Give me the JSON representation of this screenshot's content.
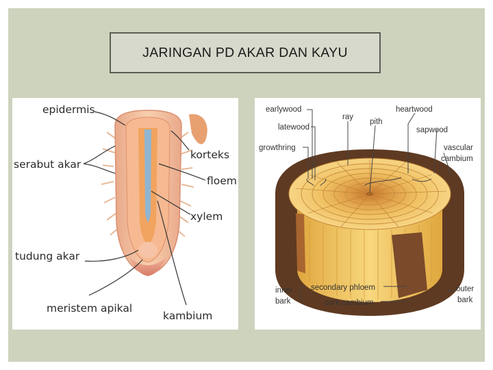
{
  "title": "JARINGAN PD AKAR DAN KAYU",
  "root_diagram": {
    "labels": {
      "epidermis": "epidermis",
      "serabut_akar": "serabut akar",
      "korteks": "korteks",
      "floem": "floem",
      "xylem": "xylem",
      "tudung_akar": "tudung akar",
      "meristem_apikal": "meristem apikal",
      "kambium": "kambium"
    }
  },
  "wood_diagram": {
    "labels": {
      "earlywood": "earlywood",
      "latewood": "latewood",
      "growthring": "growthring",
      "ray": "ray",
      "pith": "pith",
      "heartwood": "heartwood",
      "sapwood": "sapwood",
      "vascular": "vascular",
      "cambium": "cambium",
      "inner": "inner",
      "bark": "bark",
      "secondary_phloem": "secondary phloem",
      "cork_cambium": "cork cambium",
      "outer": "outer",
      "outer_bark": "bark"
    }
  },
  "colors": {
    "slide_background": "#cdd3bd",
    "title_box_border": "#5b5e55",
    "root_tissue": "#f0b893",
    "wood": "#f2c461",
    "bark": "#5e3a22"
  }
}
